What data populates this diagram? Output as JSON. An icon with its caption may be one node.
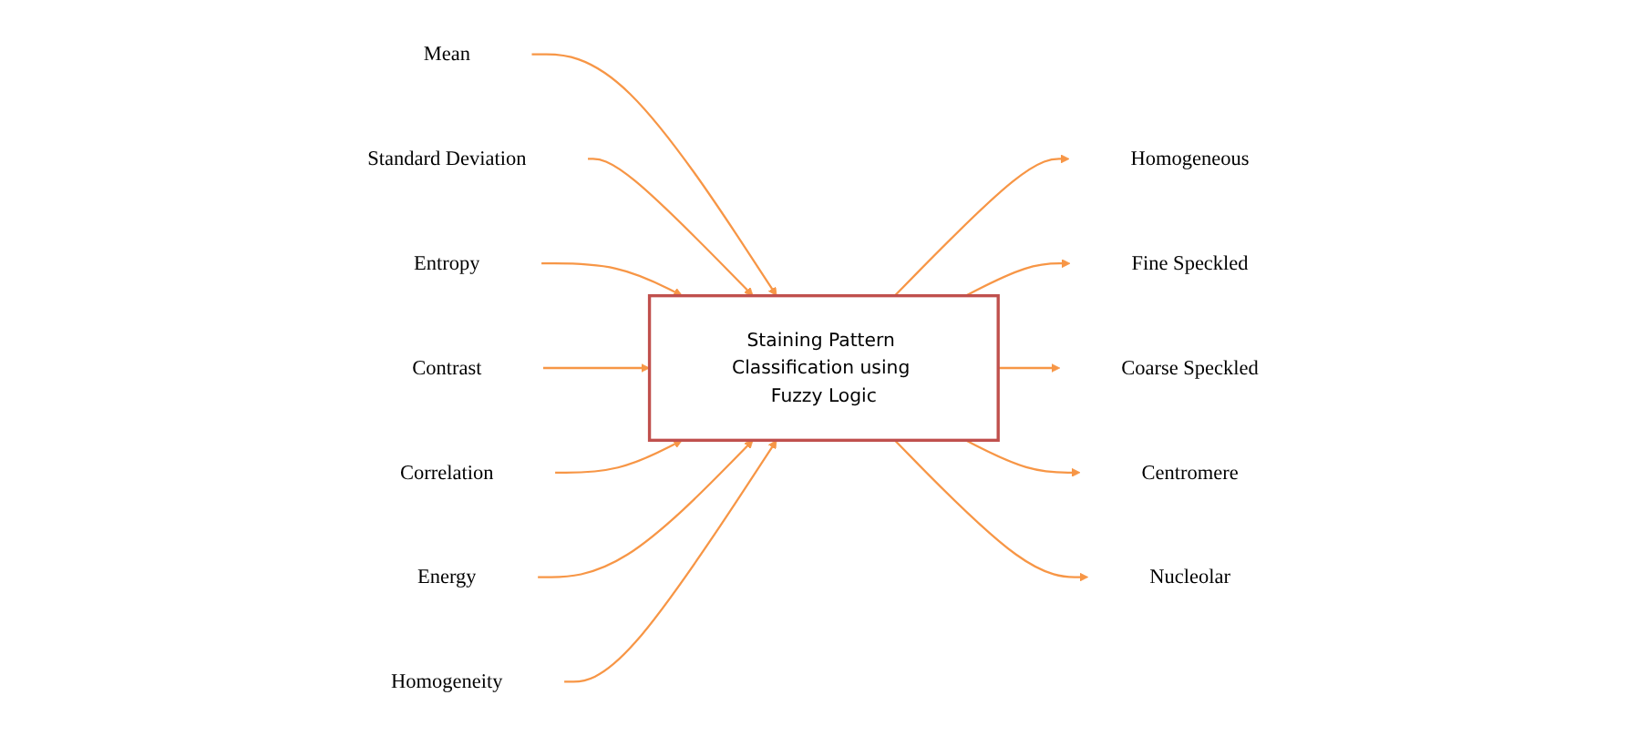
{
  "diagram": {
    "nodes": [
      {
        "text": [
          "Mean"
        ]
      },
      {
        "text": [
          "Standard Deviation"
        ]
      },
      {
        "text": [
          "Entropy"
        ]
      },
      {
        "text": [
          "Contrast"
        ]
      },
      {
        "text": [
          "Correlation"
        ]
      },
      {
        "text": [
          "Energy"
        ]
      },
      {
        "text": [
          "Homogeneity"
        ]
      },
      {
        "text": [
          "Staining Pattern Classification using Fuzzy Logic"
        ]
      },
      {
        "text": [
          "Homogeneous"
        ]
      },
      {
        "text": [
          "Fine Speckled"
        ]
      },
      {
        "text": [
          "Coarse Speckled"
        ]
      },
      {
        "text": [
          "Centromere"
        ]
      },
      {
        "text": [
          "Nucleolar"
        ]
      }
    ],
    "edges": [
      {
        "from": 0,
        "to": 7,
        "arrow": "to"
      },
      {
        "from": 1,
        "to": 7,
        "arrow": "to"
      },
      {
        "from": 2,
        "to": 7,
        "arrow": "to"
      },
      {
        "from": 3,
        "to": 7,
        "arrow": "to"
      },
      {
        "from": 4,
        "to": 7,
        "arrow": "to"
      },
      {
        "from": 5,
        "to": 7,
        "arrow": "to"
      },
      {
        "from": 6,
        "to": 7,
        "arrow": "to"
      },
      {
        "from": 7,
        "to": 8,
        "arrow": "to"
      },
      {
        "from": 7,
        "to": 9,
        "arrow": "to"
      },
      {
        "from": 7,
        "to": 10,
        "arrow": "to"
      },
      {
        "from": 7,
        "to": 11,
        "arrow": "to"
      },
      {
        "from": 7,
        "to": 12,
        "arrow": "to"
      }
    ]
  }
}
